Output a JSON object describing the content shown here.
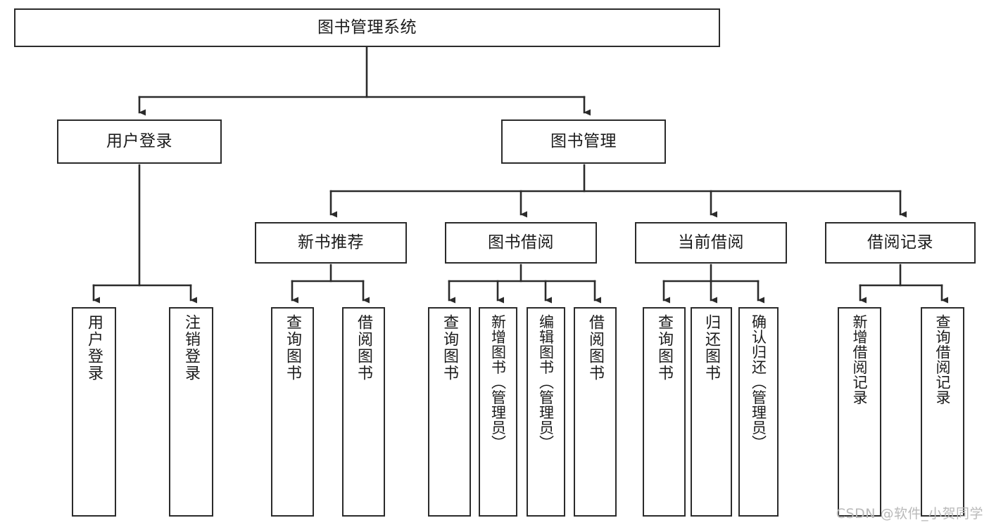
{
  "diagram": {
    "type": "tree",
    "orientation": "top-down",
    "title": "图书管理系统",
    "line_color": "#2b2b2b",
    "box_fill": "#ffffff",
    "text_color": "#1b1b1b",
    "watermark": "CSDN @软件_小贺同学",
    "levels": [
      {
        "level": 1,
        "nodes": [
          {
            "id": "root",
            "label": "图书管理系统"
          }
        ]
      },
      {
        "level": 2,
        "nodes": [
          {
            "id": "login",
            "label": "用户登录"
          },
          {
            "id": "bookmgmt",
            "label": "图书管理"
          }
        ]
      },
      {
        "level": 3,
        "nodes": [
          {
            "id": "newbook",
            "label": "新书推荐"
          },
          {
            "id": "borrow",
            "label": "图书借阅"
          },
          {
            "id": "current",
            "label": "当前借阅"
          },
          {
            "id": "records",
            "label": "借阅记录"
          }
        ]
      },
      {
        "level": 4,
        "nodes": [
          {
            "id": "leaf1",
            "label": "用户登录",
            "parent": "login"
          },
          {
            "id": "leaf2",
            "label": "注销登录",
            "parent": "login"
          },
          {
            "id": "leaf3",
            "label": "查询图书",
            "parent": "newbook"
          },
          {
            "id": "leaf4",
            "label": "借阅图书",
            "parent": "newbook"
          },
          {
            "id": "leaf5",
            "label": "查询图书",
            "parent": "borrow"
          },
          {
            "id": "leaf6",
            "label": "新增图书（管理员）",
            "parent": "borrow"
          },
          {
            "id": "leaf7",
            "label": "编辑图书（管理员）",
            "parent": "borrow"
          },
          {
            "id": "leaf8",
            "label": "借阅图书",
            "parent": "borrow"
          },
          {
            "id": "leaf9",
            "label": "查询图书",
            "parent": "current"
          },
          {
            "id": "leaf10",
            "label": "归还图书",
            "parent": "current"
          },
          {
            "id": "leaf11",
            "label": "确认归还（管理员）",
            "parent": "current"
          },
          {
            "id": "leaf12",
            "label": "新增借阅记录",
            "parent": "records"
          },
          {
            "id": "leaf13",
            "label": "查询借阅记录",
            "parent": "records"
          }
        ]
      }
    ]
  }
}
